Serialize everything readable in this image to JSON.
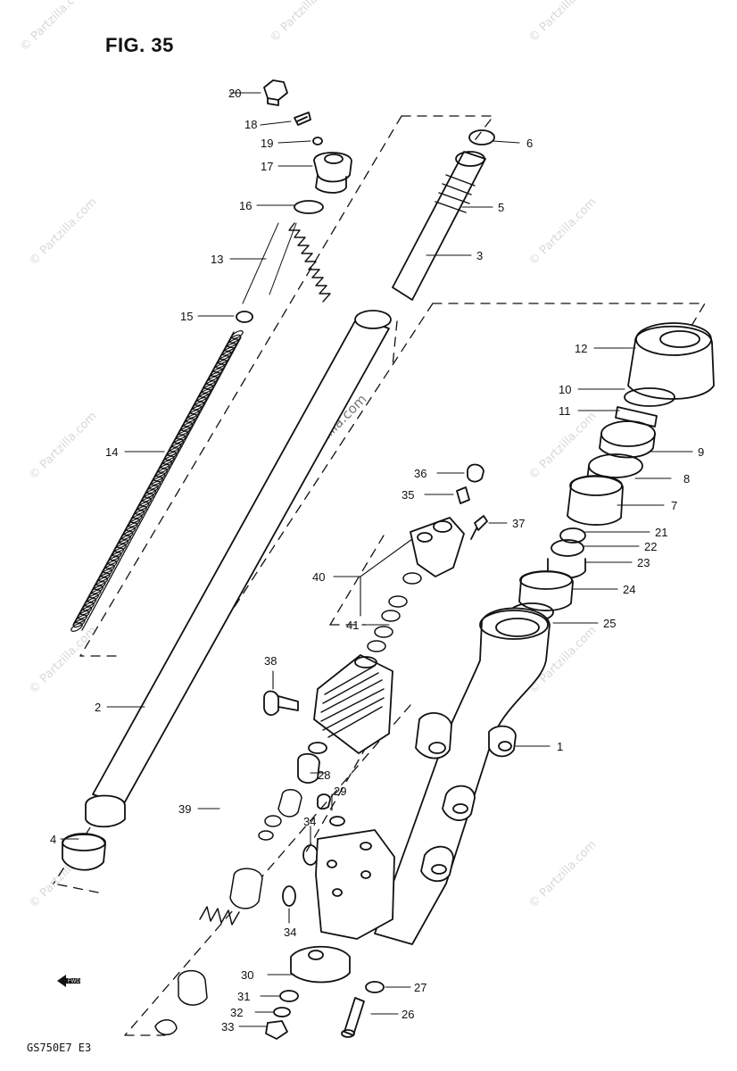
{
  "header": {
    "figure_title": "FIG. 35"
  },
  "footer": {
    "model_code": "GS750E7  E3"
  },
  "watermark": {
    "text": "© Partzilla.com"
  },
  "forward_marker": {
    "label": "FWD",
    "icon": "forward-arrow-icon"
  },
  "callouts": [
    {
      "id": "c20",
      "text": "20"
    },
    {
      "id": "c18",
      "text": "18"
    },
    {
      "id": "c19",
      "text": "19"
    },
    {
      "id": "c17",
      "text": "17"
    },
    {
      "id": "c16",
      "text": "16"
    },
    {
      "id": "c13",
      "text": "13"
    },
    {
      "id": "c15",
      "text": "15"
    },
    {
      "id": "c14",
      "text": "14"
    },
    {
      "id": "c2",
      "text": "2"
    },
    {
      "id": "c4",
      "text": "4"
    },
    {
      "id": "c6",
      "text": "6"
    },
    {
      "id": "c5",
      "text": "5"
    },
    {
      "id": "c3",
      "text": "3"
    },
    {
      "id": "c12",
      "text": "12"
    },
    {
      "id": "c10",
      "text": "10"
    },
    {
      "id": "c11",
      "text": "11"
    },
    {
      "id": "c9",
      "text": "9"
    },
    {
      "id": "c8",
      "text": "8"
    },
    {
      "id": "c7",
      "text": "7"
    },
    {
      "id": "c21",
      "text": "21"
    },
    {
      "id": "c22",
      "text": "22"
    },
    {
      "id": "c23",
      "text": "23"
    },
    {
      "id": "c24",
      "text": "24"
    },
    {
      "id": "c25",
      "text": "25"
    },
    {
      "id": "c1",
      "text": "1"
    },
    {
      "id": "c36",
      "text": "36"
    },
    {
      "id": "c35",
      "text": "35"
    },
    {
      "id": "c37",
      "text": "37"
    },
    {
      "id": "c40",
      "text": "40"
    },
    {
      "id": "c41",
      "text": "41"
    },
    {
      "id": "c38",
      "text": "38"
    },
    {
      "id": "c28",
      "text": "28"
    },
    {
      "id": "c29",
      "text": "29"
    },
    {
      "id": "c39",
      "text": "39"
    },
    {
      "id": "c34a",
      "text": "34"
    },
    {
      "id": "c34b",
      "text": "34"
    },
    {
      "id": "c30",
      "text": "30"
    },
    {
      "id": "c27",
      "text": "27"
    },
    {
      "id": "c31",
      "text": "31"
    },
    {
      "id": "c32",
      "text": "32"
    },
    {
      "id": "c26",
      "text": "26"
    },
    {
      "id": "c33",
      "text": "33"
    }
  ]
}
